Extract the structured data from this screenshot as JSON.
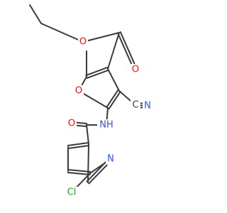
{
  "colors": {
    "background": "#ffffff",
    "bond": "#3a3a3a",
    "oxygen": "#ff0d0d",
    "nitrogen": "#3050f8",
    "chlorine": "#1fa01f",
    "carbon": "#3a3a3a"
  },
  "atoms": [
    {
      "id": "ester_O_carbonyl",
      "symbol": "O",
      "element": "oxygen"
    },
    {
      "id": "ester_O_ether",
      "symbol": "O",
      "element": "oxygen"
    },
    {
      "id": "furan_O",
      "symbol": "O",
      "element": "oxygen"
    },
    {
      "id": "amide_O",
      "symbol": "O",
      "element": "oxygen"
    },
    {
      "id": "amide_NH",
      "symbol": "NH",
      "element": "nitrogen"
    },
    {
      "id": "nitrile_C",
      "symbol": "C",
      "element": "carbon"
    },
    {
      "id": "nitrile_N",
      "symbol": "N",
      "element": "nitrogen"
    },
    {
      "id": "pyridine_N",
      "symbol": "N",
      "element": "nitrogen"
    },
    {
      "id": "Cl",
      "symbol": "Cl",
      "element": "chlorine"
    }
  ]
}
